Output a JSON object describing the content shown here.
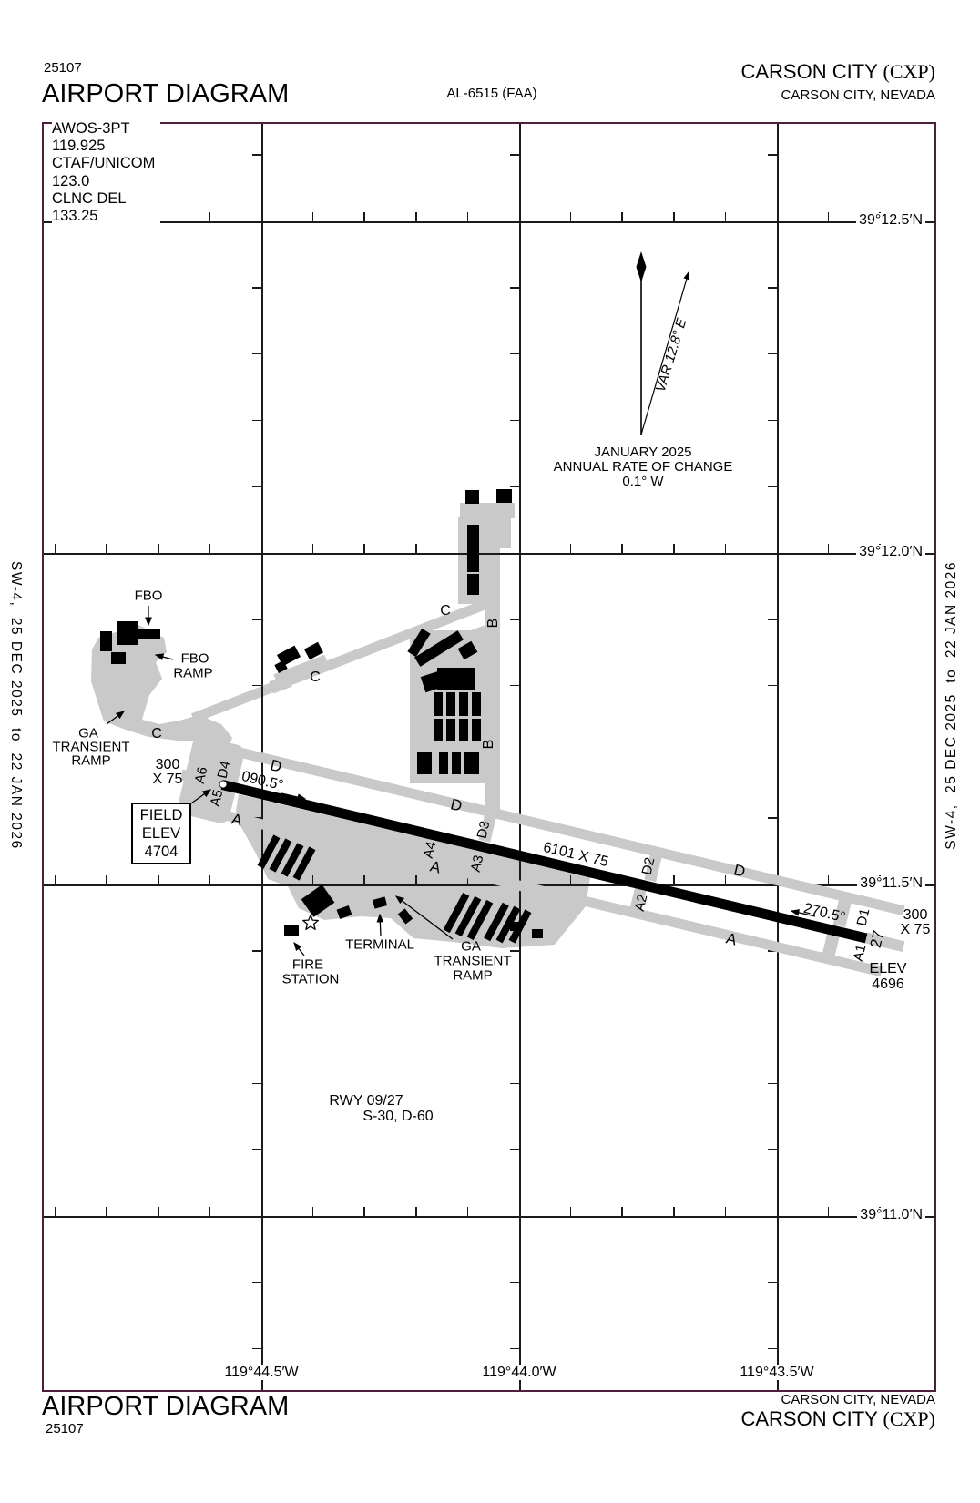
{
  "doc": {
    "chart_number": "25107",
    "title": "AIRPORT DIAGRAM",
    "procedure_id": "AL-6515 (FAA)",
    "airport_line": "CARSON CITY",
    "airport_code": "(CXP)",
    "city_line": "CARSON CITY, NEVADA",
    "edition": "SW-4,  25 DEC 2025  to  22 JAN 2026"
  },
  "comm": {
    "l1": "AWOS-3PT",
    "l2": "119.925",
    "l3": "CTAF/UNICOM",
    "l4": "123.0",
    "l5": "CLNC DEL",
    "l6": "133.25"
  },
  "grid": {
    "lat1": "39°12.5′N",
    "lat2": "39°12.0′N",
    "lat3": "39°11.5′N",
    "lat4": "39°11.0′N",
    "lon1": "119°44.5′W",
    "lon2": "119°44.0′W",
    "lon3": "119°43.5′W"
  },
  "north": {
    "date": "JANUARY 2025",
    "rate": "ANNUAL RATE OF CHANGE",
    "amount": "0.1° W",
    "variation": "VAR 12.8° E"
  },
  "runway": {
    "heading_09": "090.5°",
    "heading_27": "270.5°",
    "dims": "6101 X 75",
    "rwy27_num": "27",
    "overrun_300": "300",
    "overrun_x75": "X 75",
    "field_elev_1": "FIELD",
    "field_elev_2": "ELEV",
    "field_elev_3": "4704",
    "elev27_1": "ELEV",
    "elev27_2": "4696",
    "note_1": "RWY 09/27",
    "note_2": "S-30, D-60"
  },
  "twy": {
    "A": "A",
    "B": "B",
    "C": "C",
    "D": "D",
    "A1": "A1",
    "A2": "A2",
    "A3": "A3",
    "A4": "A4",
    "A5": "A5",
    "A6": "A6",
    "D1": "D1",
    "D2": "D2",
    "D3": "D3",
    "D4": "D4"
  },
  "features": {
    "fbo": "FBO",
    "fbo_ramp_1": "FBO",
    "fbo_ramp_2": "RAMP",
    "ga_1": "GA",
    "ga_2": "TRANSIENT",
    "ga_3": "RAMP",
    "terminal": "TERMINAL",
    "fire_1": "FIRE",
    "fire_2": "STATION"
  }
}
